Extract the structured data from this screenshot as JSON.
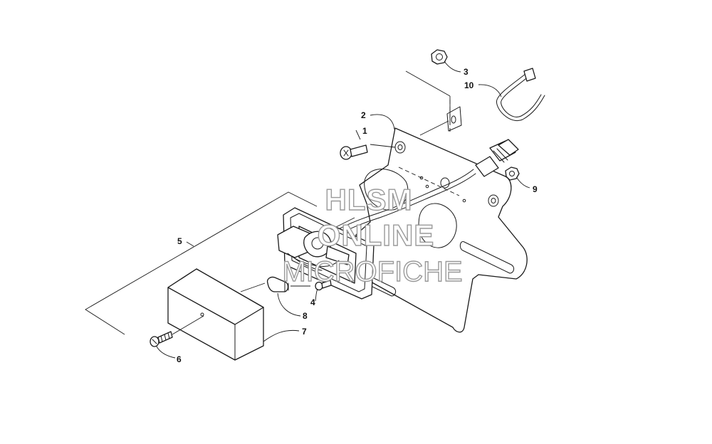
{
  "watermark": {
    "line1": "HLSM",
    "line2": "ONLINE",
    "line3": "MICROFICHE"
  },
  "callouts": [
    "1",
    "2",
    "3",
    "4",
    "5",
    "6",
    "7",
    "8",
    "9",
    "10"
  ]
}
